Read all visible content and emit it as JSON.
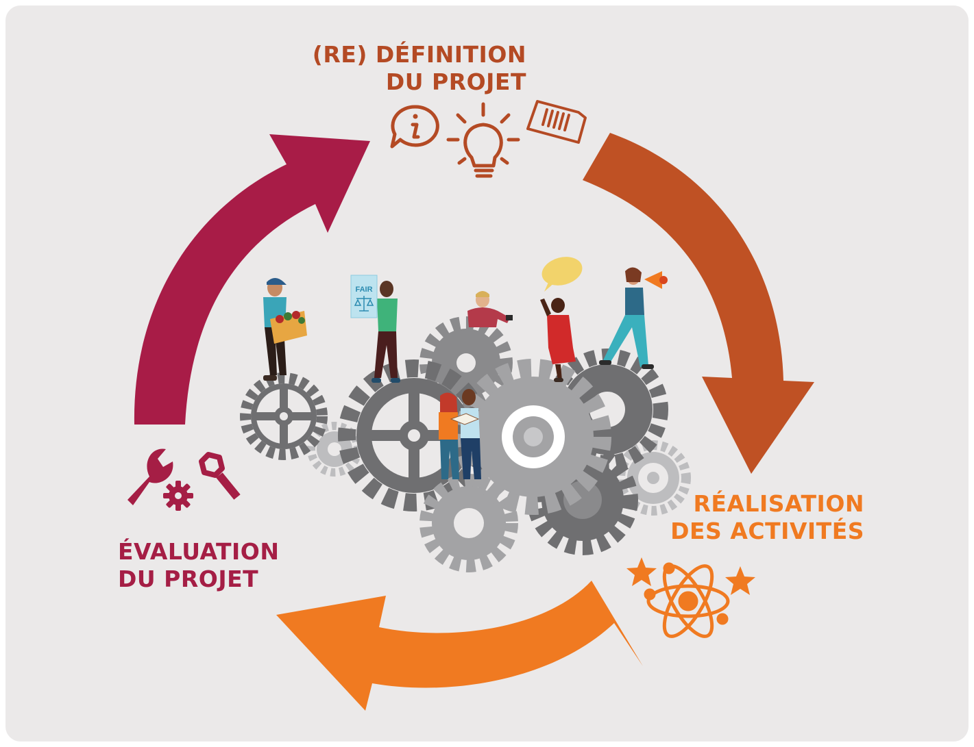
{
  "stages": {
    "definition": {
      "line1": "(RE) DÉFINITION",
      "line2": "DU PROJET",
      "color": "#b44a24",
      "icons": [
        "info-bubble-icon",
        "lightbulb-icon",
        "document-icon"
      ]
    },
    "realisation": {
      "line1": "RÉALISATION",
      "line2": "DES ACTIVITÉS",
      "color": "#f07a21",
      "icons": [
        "star-icon",
        "atom-icon",
        "star-icon"
      ]
    },
    "evaluation": {
      "line1": "ÉVALUATION",
      "line2": "DU PROJET",
      "color": "#a51e45",
      "icons": [
        "wrench-icon",
        "gear-icon",
        "bolt-icon"
      ]
    }
  },
  "arrows": {
    "definition_to_realisation": "#bf5124",
    "realisation_to_evaluation": "#f07a21",
    "evaluation_to_definition": "#a81c47"
  },
  "illustration": {
    "sign_text": "FAIR",
    "gear_colors": [
      "#6f6f71",
      "#8a8a8c",
      "#a3a3a5",
      "#bdbdbf"
    ]
  }
}
